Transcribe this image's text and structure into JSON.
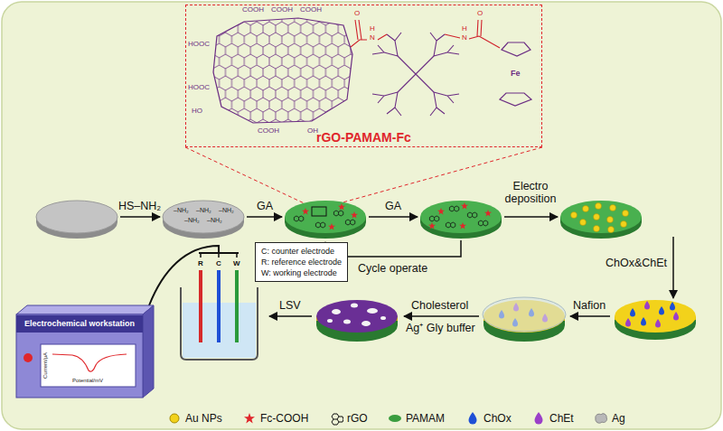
{
  "diagram": {
    "nodes": [
      {
        "text": [
          "rGO-PAMAM-Fc"
        ]
      },
      {
        "text": [
          "C: counter electrode",
          "R: reference electrode",
          "W: working electrode"
        ]
      },
      {
        "text": [
          "Electrochemical workstation"
        ]
      }
    ],
    "labels": [
      "HS–NH₂",
      "GA",
      "GA",
      "Electro deposition",
      "Cycle operate",
      "ChOx&ChEt",
      "Nafion",
      "Cholesterol",
      "Ag⁺ Gly buffer",
      "LSV",
      "R",
      "C",
      "W",
      "–NH₂",
      "–NH₂",
      "–NH₂",
      "–NH₂",
      "–NH₂",
      "COOH",
      "COOH",
      "COOH",
      "HOOC",
      "HOOC",
      "HO",
      "COOH",
      "OH",
      "O",
      "H",
      "N",
      "H",
      "N",
      "O",
      "Fe",
      "Current/μA",
      "Potential/mV"
    ],
    "legend": [
      {
        "text": "Au NPs",
        "color": "#f2d21b"
      },
      {
        "text": "Fc-COOH"
      },
      {
        "text": "rGO"
      },
      {
        "text": "PAMAM",
        "color": "#3a9d3f"
      },
      {
        "text": "ChOx"
      },
      {
        "text": "ChEt"
      },
      {
        "text": "Ag",
        "color": "#b8b8b8"
      }
    ]
  }
}
